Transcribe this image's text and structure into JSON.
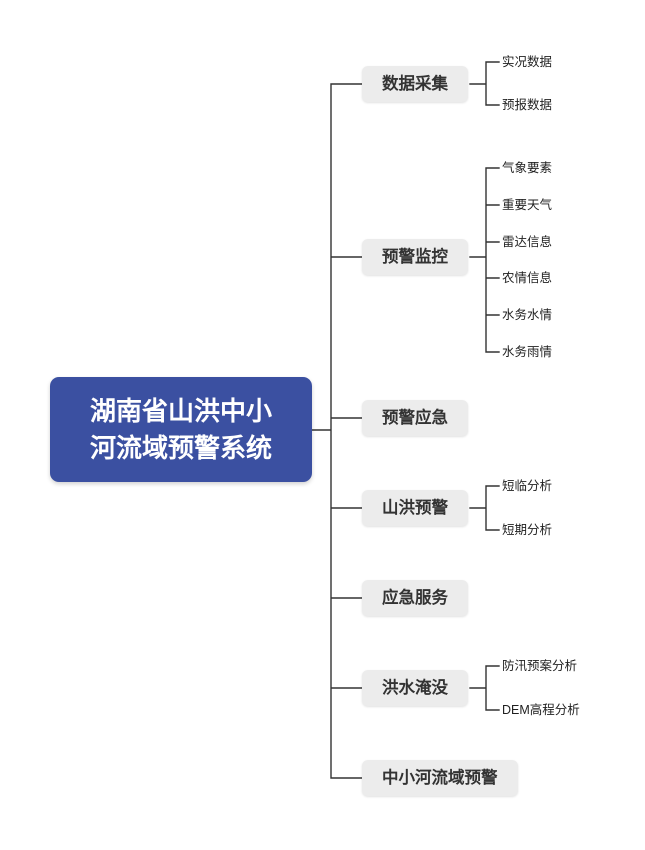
{
  "root": {
    "title_line1": "湖南省山洪中小",
    "title_line2": "河流域预警系统"
  },
  "branches": [
    {
      "label": "数据采集",
      "children": [
        "实况数据",
        "预报数据"
      ]
    },
    {
      "label": "预警监控",
      "children": [
        "气象要素",
        "重要天气",
        "雷达信息",
        "农情信息",
        "水务水情",
        "水务雨情"
      ]
    },
    {
      "label": "预警应急",
      "children": []
    },
    {
      "label": "山洪预警",
      "children": [
        "短临分析",
        "短期分析"
      ]
    },
    {
      "label": "应急服务",
      "children": []
    },
    {
      "label": "洪水淹没",
      "children": [
        "防汛预案分析",
        "DEM高程分析"
      ]
    },
    {
      "label": "中小河流域预警",
      "children": []
    }
  ],
  "colors": {
    "root_bg": "#3b50a1",
    "root_text": "#ffffff",
    "branch_bg": "#ececec",
    "branch_text": "#333333",
    "leaf_text": "#1f1f1f",
    "line": "#333333",
    "background": "#ffffff"
  }
}
